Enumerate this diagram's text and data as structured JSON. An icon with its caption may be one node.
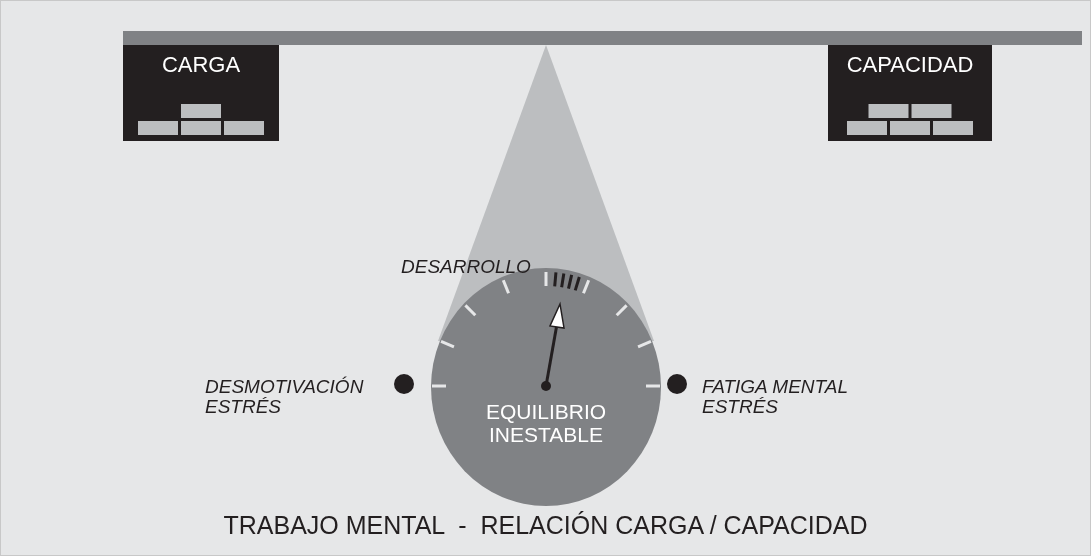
{
  "diagram": {
    "caption": "TRABAJO MENTAL  -  RELACIÓN CARGA / CAPACIDAD",
    "nodes": [
      {
        "text": [
          "CARGA"
        ]
      },
      {
        "text": [
          "CAPACIDAD"
        ]
      },
      {
        "text": [
          "EQUILIBRIO INESTABLE"
        ]
      }
    ],
    "labels": [
      "DESARROLLO",
      "DESMOTIVACIÓN ESTRÉS",
      "FATIGA MENTAL ESTRÉS"
    ]
  }
}
